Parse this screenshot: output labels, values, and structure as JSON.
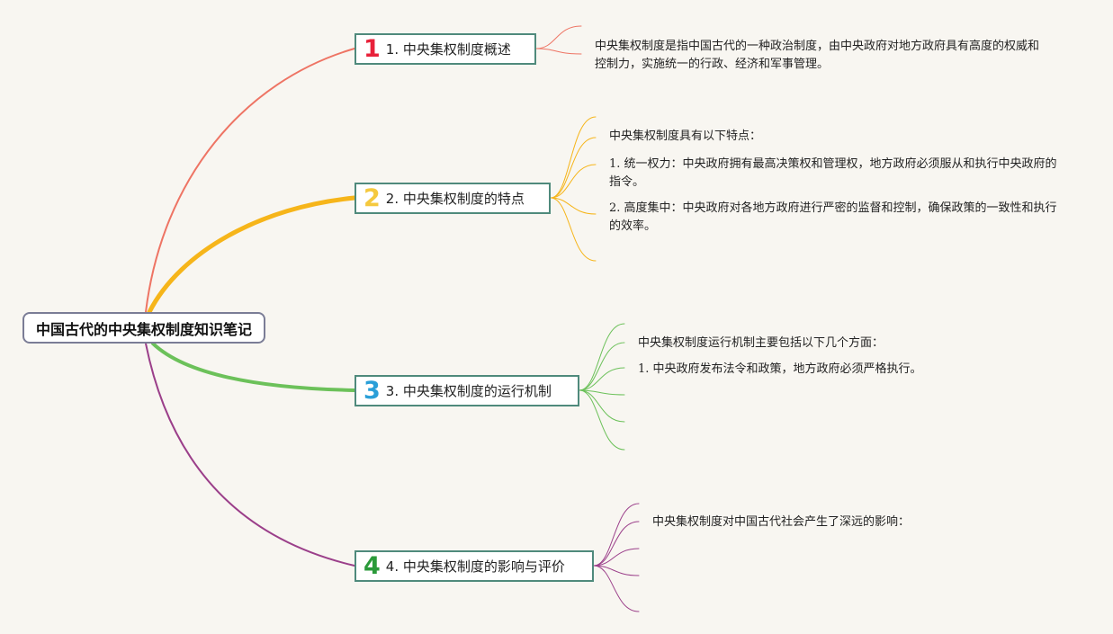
{
  "root": {
    "title": "中国古代的中央集权制度知识笔记"
  },
  "branches": [
    {
      "badge": "1",
      "label": "1. 中央集权制度概述",
      "color": "#ee7464",
      "badge_color": "#e8213a",
      "notes": [
        "中央集权制度是指中国古代的一种政治制度，由中央政府对地方政府具有高度的权威和控制力，实施统一的行政、经济和军事管理。"
      ]
    },
    {
      "badge": "2",
      "label": "2. 中央集权制度的特点",
      "color": "#f6b51a",
      "badge_color": "#f5c93e",
      "notes": [
        "中央集权制度具有以下特点：",
        "1. 统一权力：中央政府拥有最高决策权和管理权，地方政府必须服从和执行中央政府的指令。",
        "2. 高度集中：中央政府对各地方政府进行严密的监督和控制，确保政策的一致性和执行的效率。"
      ]
    },
    {
      "badge": "3",
      "label": "3. 中央集权制度的运行机制",
      "color": "#6cc15a",
      "badge_color": "#2a9fd8",
      "notes": [
        "中央集权制度运行机制主要包括以下几个方面：",
        "1. 中央政府发布法令和政策，地方政府必须严格执行。"
      ]
    },
    {
      "badge": "4",
      "label": "4. 中央集权制度的影响与评价",
      "color": "#9b3f8a",
      "badge_color": "#2b9a3a",
      "notes": [
        "中央集权制度对中国古代社会产生了深远的影响："
      ]
    }
  ]
}
